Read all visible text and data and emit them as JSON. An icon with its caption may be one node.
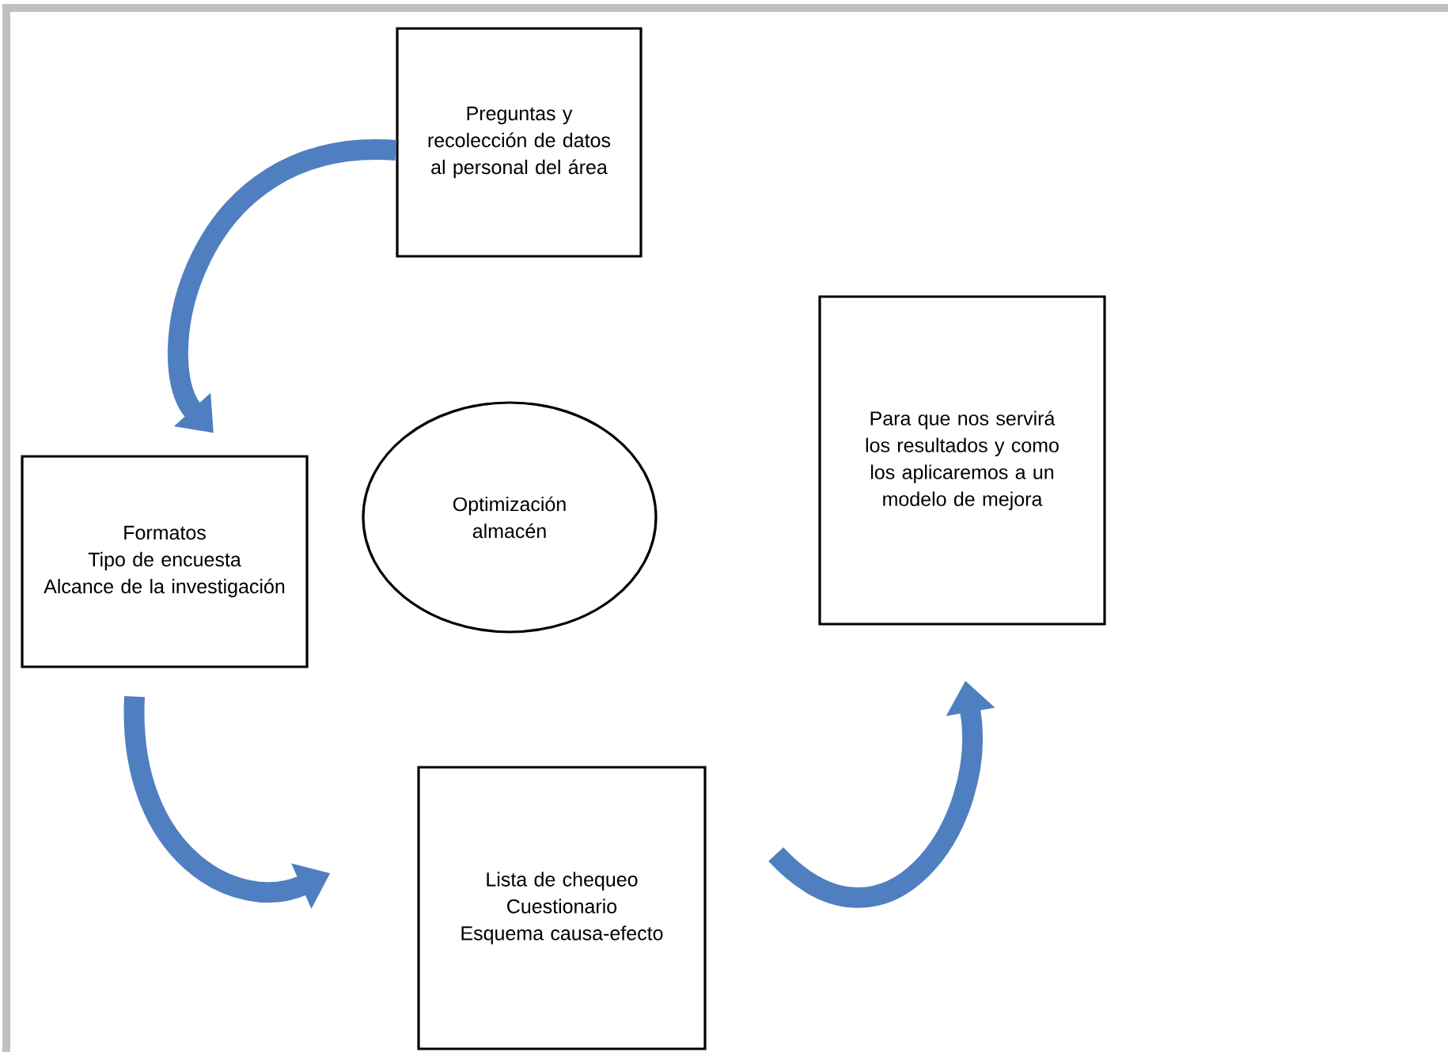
{
  "diagram": {
    "nodes": [
      {
        "text": [
          "Preguntas y recolección de datos al personal del área"
        ]
      },
      {
        "text": [
          "Para que nos servirá los resultados y como los aplicaremos a un modelo de mejora"
        ]
      },
      {
        "text": [
          "Formatos",
          "Tipo de encuesta",
          "Alcance de la investigación"
        ]
      },
      {
        "text": [
          "Optimización almacén"
        ]
      },
      {
        "text": [
          "Lista de chequeo",
          "Cuestionario",
          "Esquema causa-efecto"
        ]
      }
    ],
    "edges": [
      {
        "from": 0,
        "to": 2,
        "arrow": "to"
      },
      {
        "from": 2,
        "to": 4,
        "arrow": "to"
      },
      {
        "from": 4,
        "to": 1,
        "arrow": "to"
      }
    ]
  }
}
